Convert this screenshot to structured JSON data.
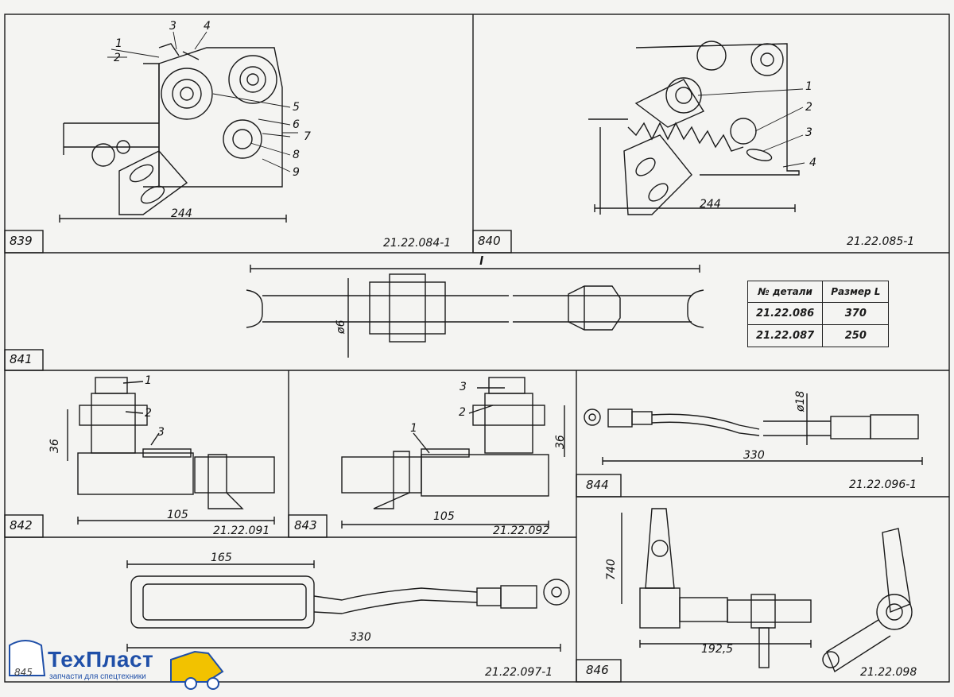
{
  "panels": [
    {
      "id": "839",
      "code": "21.22.084-1",
      "dimension": "244",
      "callouts": [
        "1",
        "2",
        "3",
        "4",
        "5",
        "6",
        "7",
        "8",
        "9"
      ]
    },
    {
      "id": "840",
      "code": "21.22.085-1",
      "dimension": "244",
      "callouts": [
        "1",
        "2",
        "3",
        "4"
      ]
    },
    {
      "id": "841",
      "dimension_length": "l",
      "dimension_dia": "ø6"
    },
    {
      "id": "842",
      "code": "21.22.091",
      "dimension_h": "36",
      "dimension_w": "105",
      "callouts": [
        "1",
        "2",
        "3"
      ]
    },
    {
      "id": "843",
      "code": "21.22.092",
      "dimension_h": "36",
      "dimension_w": "105",
      "callouts": [
        "1",
        "2",
        "3"
      ]
    },
    {
      "id": "844",
      "code": "21.22.096-1",
      "dimension_len": "330",
      "dimension_dia": "ø18"
    },
    {
      "id": "845",
      "code": "21.22.097-1",
      "dimension_top": "165",
      "dimension_len": "330"
    },
    {
      "id": "846",
      "code": "21.22.098",
      "dimension_h": "740",
      "dimension_w": "192,5"
    }
  ],
  "size_table": {
    "headers": [
      "№ детали",
      "Размер L"
    ],
    "rows": [
      [
        "21.22.086",
        "370"
      ],
      [
        "21.22.087",
        "250"
      ]
    ]
  },
  "logo": {
    "text": "ТехПласт",
    "subtitle": "запчасти для спецтехники",
    "partial_label": "845",
    "color": "#1f4fa8",
    "accent": "#f2c200"
  }
}
